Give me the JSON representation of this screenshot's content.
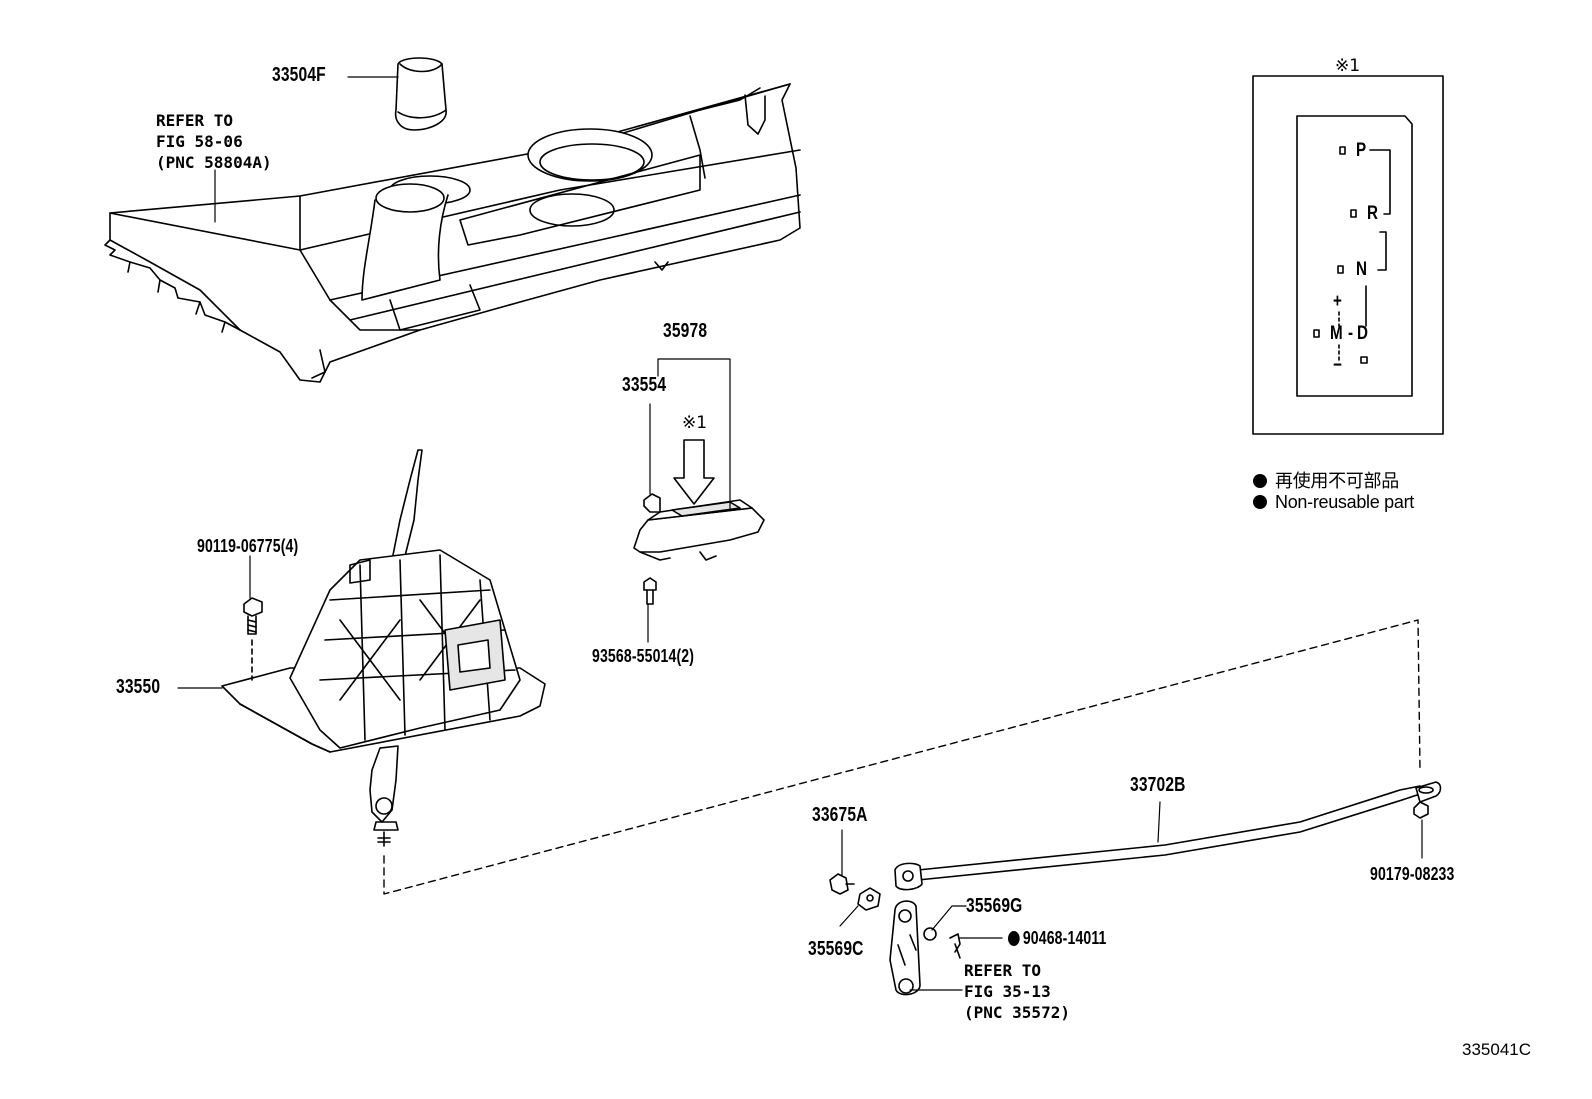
{
  "labels": {
    "knob": "33504F",
    "refer_console": "REFER TO\nFIG 58-06\n(PNC 58804A)",
    "cover_assy": "35978",
    "cover_part": "33554",
    "ref_mark_arrow": "※1",
    "bolt_left": "90119-06775(4)",
    "shift_lever": "33550",
    "screw": "93568-55014(2)",
    "shift_rod": "33702B",
    "bushing": "33675A",
    "nut_right": "90179-08233",
    "washer_g": "35569G",
    "washer_c": "35569C",
    "clip": "90468-14011",
    "refer_lever": "REFER TO\nFIG 35-13\n(PNC 35572)",
    "figure_code": "335041C"
  },
  "inset": {
    "mark": "※1",
    "gates": {
      "p": "P",
      "r": "R",
      "n": "N",
      "plus": "+",
      "m": "M",
      "dash": "-",
      "d": "D",
      "minus": "−"
    }
  },
  "legend": {
    "japanese": "再使用不可部品",
    "english": "Non-reusable part"
  },
  "colors": {
    "line": "#000000",
    "fill": "#ffffff",
    "shade": "#d9d9d9"
  }
}
